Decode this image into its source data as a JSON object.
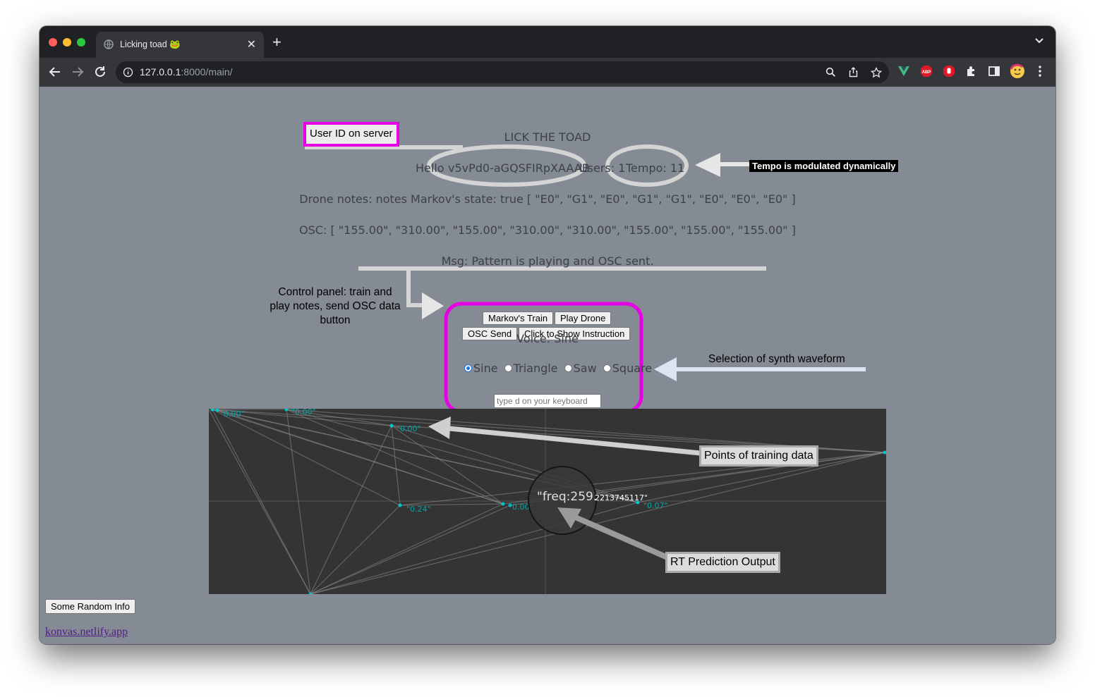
{
  "browser": {
    "tab_title": "Licking toad",
    "tab_emoji": "🐸",
    "url_host": "127.0.0.1",
    "url_path": ":8000/main/"
  },
  "page": {
    "heading": "LICK THE TOAD",
    "hello_prefix": "Hello",
    "user_id": "v5vPd0-aGQSFIRpXAAAB",
    "users_text": "Users: 1",
    "tempo_text": "Tempo: 11",
    "drone_line": "Drone notes: notes Markov's state: true [ \"E0\", \"G1\", \"E0\", \"G1\", \"G1\", \"E0\", \"E0\", \"E0\" ]",
    "osc_line": "OSC: [ \"155.00\", \"310.00\", \"155.00\", \"310.00\", \"310.00\", \"155.00\", \"155.00\", \"155.00\" ]",
    "msg_line": "Msg: Pattern is playing and OSC sent.",
    "buttons": {
      "markov_train": "Markov's Train",
      "play_drone": "Play Drone",
      "osc_send": "OSC Send",
      "show_instruction": "Click to Show Instruction"
    },
    "voice_line": "Voice: Sine",
    "waveforms": [
      "Sine",
      "Triangle",
      "Saw",
      "Square"
    ],
    "selected_waveform": "Sine",
    "keyboard_placeholder": "type d on your keyboard",
    "canvas": {
      "prediction_text": "\"freq:259.",
      "prediction_rest": "2213745117\"",
      "point_labels": [
        "\"0.00\"",
        "\"0.00\"",
        "\"0.00\"",
        "\"0.24\"",
        "\"0.00\"",
        "\"0.07\""
      ]
    },
    "random_info_button": "Some Random Info",
    "footer_link": "konvas.netlify.app"
  },
  "annotations": {
    "user_id": "User ID on server",
    "tempo": "Tempo is modulated dynamically",
    "control_panel": [
      "Control panel: train and",
      "play notes, send OSC data",
      "button"
    ],
    "waveform": "Selection of synth waveform",
    "training_points": "Points of training data",
    "prediction": "RT Prediction Output"
  },
  "colors": {
    "page_bg": "#858b94",
    "canvas_bg": "#343434",
    "highlight_magenta": "#e600e6",
    "point_cyan": "#00c8c8",
    "arrow_light": "#dde3f0"
  }
}
